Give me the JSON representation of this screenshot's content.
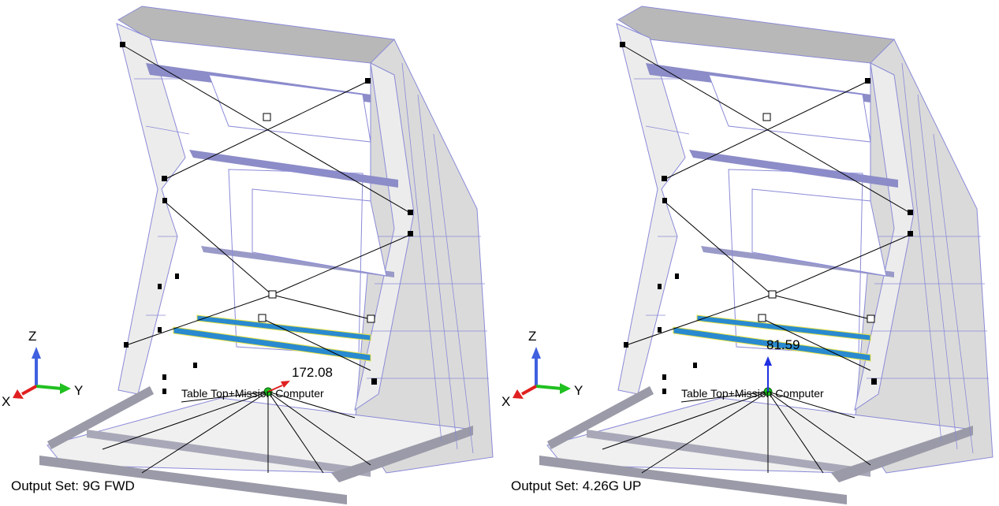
{
  "panels": [
    {
      "output_set": "Output Set: 9G FWD",
      "load_value": "172.08",
      "load_color": "#e02020",
      "node_label": "Table Top+Mission Computer"
    },
    {
      "output_set": "Output Set: 4.26G UP",
      "load_value": "81.59",
      "load_color": "#2030e0",
      "node_label": "Table Top+Mission Computer"
    }
  ],
  "triad": {
    "x": "X",
    "y": "Y",
    "z": "Z"
  },
  "colors": {
    "mesh_fill": "#e6e6e6",
    "mesh_shade": "#c8c8c8",
    "mesh_line": "#8a8ad8",
    "rail_blue": "#2a8ad0",
    "rail_yellow": "#e8e040",
    "node_green": "#20c020",
    "axis_x": "#e02020",
    "axis_y": "#20c020",
    "axis_z": "#4060e0"
  }
}
